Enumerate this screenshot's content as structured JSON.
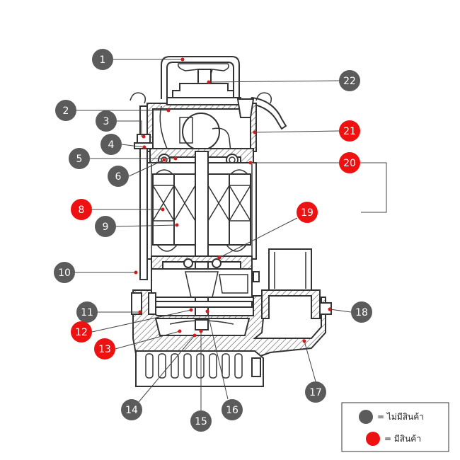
{
  "colors": {
    "not_available": "#5b5b5b",
    "available": "#ee1111",
    "line": "#333333"
  },
  "callouts": [
    {
      "label": "1",
      "status": "not_available"
    },
    {
      "label": "2",
      "status": "not_available"
    },
    {
      "label": "3",
      "status": "not_available"
    },
    {
      "label": "4",
      "status": "not_available"
    },
    {
      "label": "5",
      "status": "not_available"
    },
    {
      "label": "6",
      "status": "not_available"
    },
    {
      "label": "8",
      "status": "available"
    },
    {
      "label": "9",
      "status": "not_available"
    },
    {
      "label": "10",
      "status": "not_available"
    },
    {
      "label": "11",
      "status": "not_available"
    },
    {
      "label": "12",
      "status": "available"
    },
    {
      "label": "13",
      "status": "available"
    },
    {
      "label": "14",
      "status": "not_available"
    },
    {
      "label": "15",
      "status": "not_available"
    },
    {
      "label": "16",
      "status": "not_available"
    },
    {
      "label": "17",
      "status": "not_available"
    },
    {
      "label": "18",
      "status": "not_available"
    },
    {
      "label": "19",
      "status": "available"
    },
    {
      "label": "20",
      "status": "available"
    },
    {
      "label": "21",
      "status": "available"
    },
    {
      "label": "22",
      "status": "not_available"
    }
  ],
  "legend": {
    "items": [
      {
        "status": "not_available",
        "text": "= ไม่มีสินค้า"
      },
      {
        "status": "available",
        "text": "= มีสินค้า"
      }
    ]
  }
}
